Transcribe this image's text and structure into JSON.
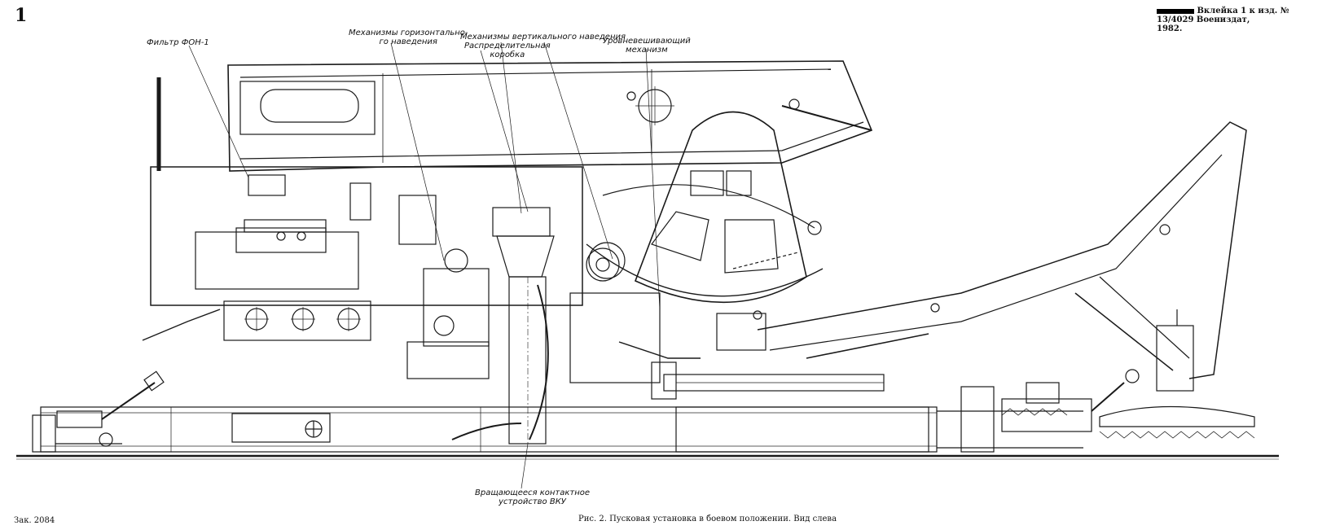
{
  "page_number": "1",
  "header_note": {
    "line1": "Вклейка 1 к изд. № 13/4029 Воениздат,",
    "line2": "1982."
  },
  "order_number": "Зак. 2084",
  "caption": "Рис. 2. Пусковая установка в боевом положении. Вид слева",
  "callouts": {
    "filter": "Фильтр ФОН-1",
    "horizontal": "Механизмы горизонтально-\nго наведения",
    "vertical": "Механизмы вертикального наведения",
    "distribution": "Распределительная\nкоробка",
    "leveling": "Уровневешивающий\nмеханизм",
    "vku": "Вращающееся контактное\nустройство ВКУ"
  },
  "colors": {
    "ink": "#1a1a1a",
    "paper": "#ffffff"
  }
}
